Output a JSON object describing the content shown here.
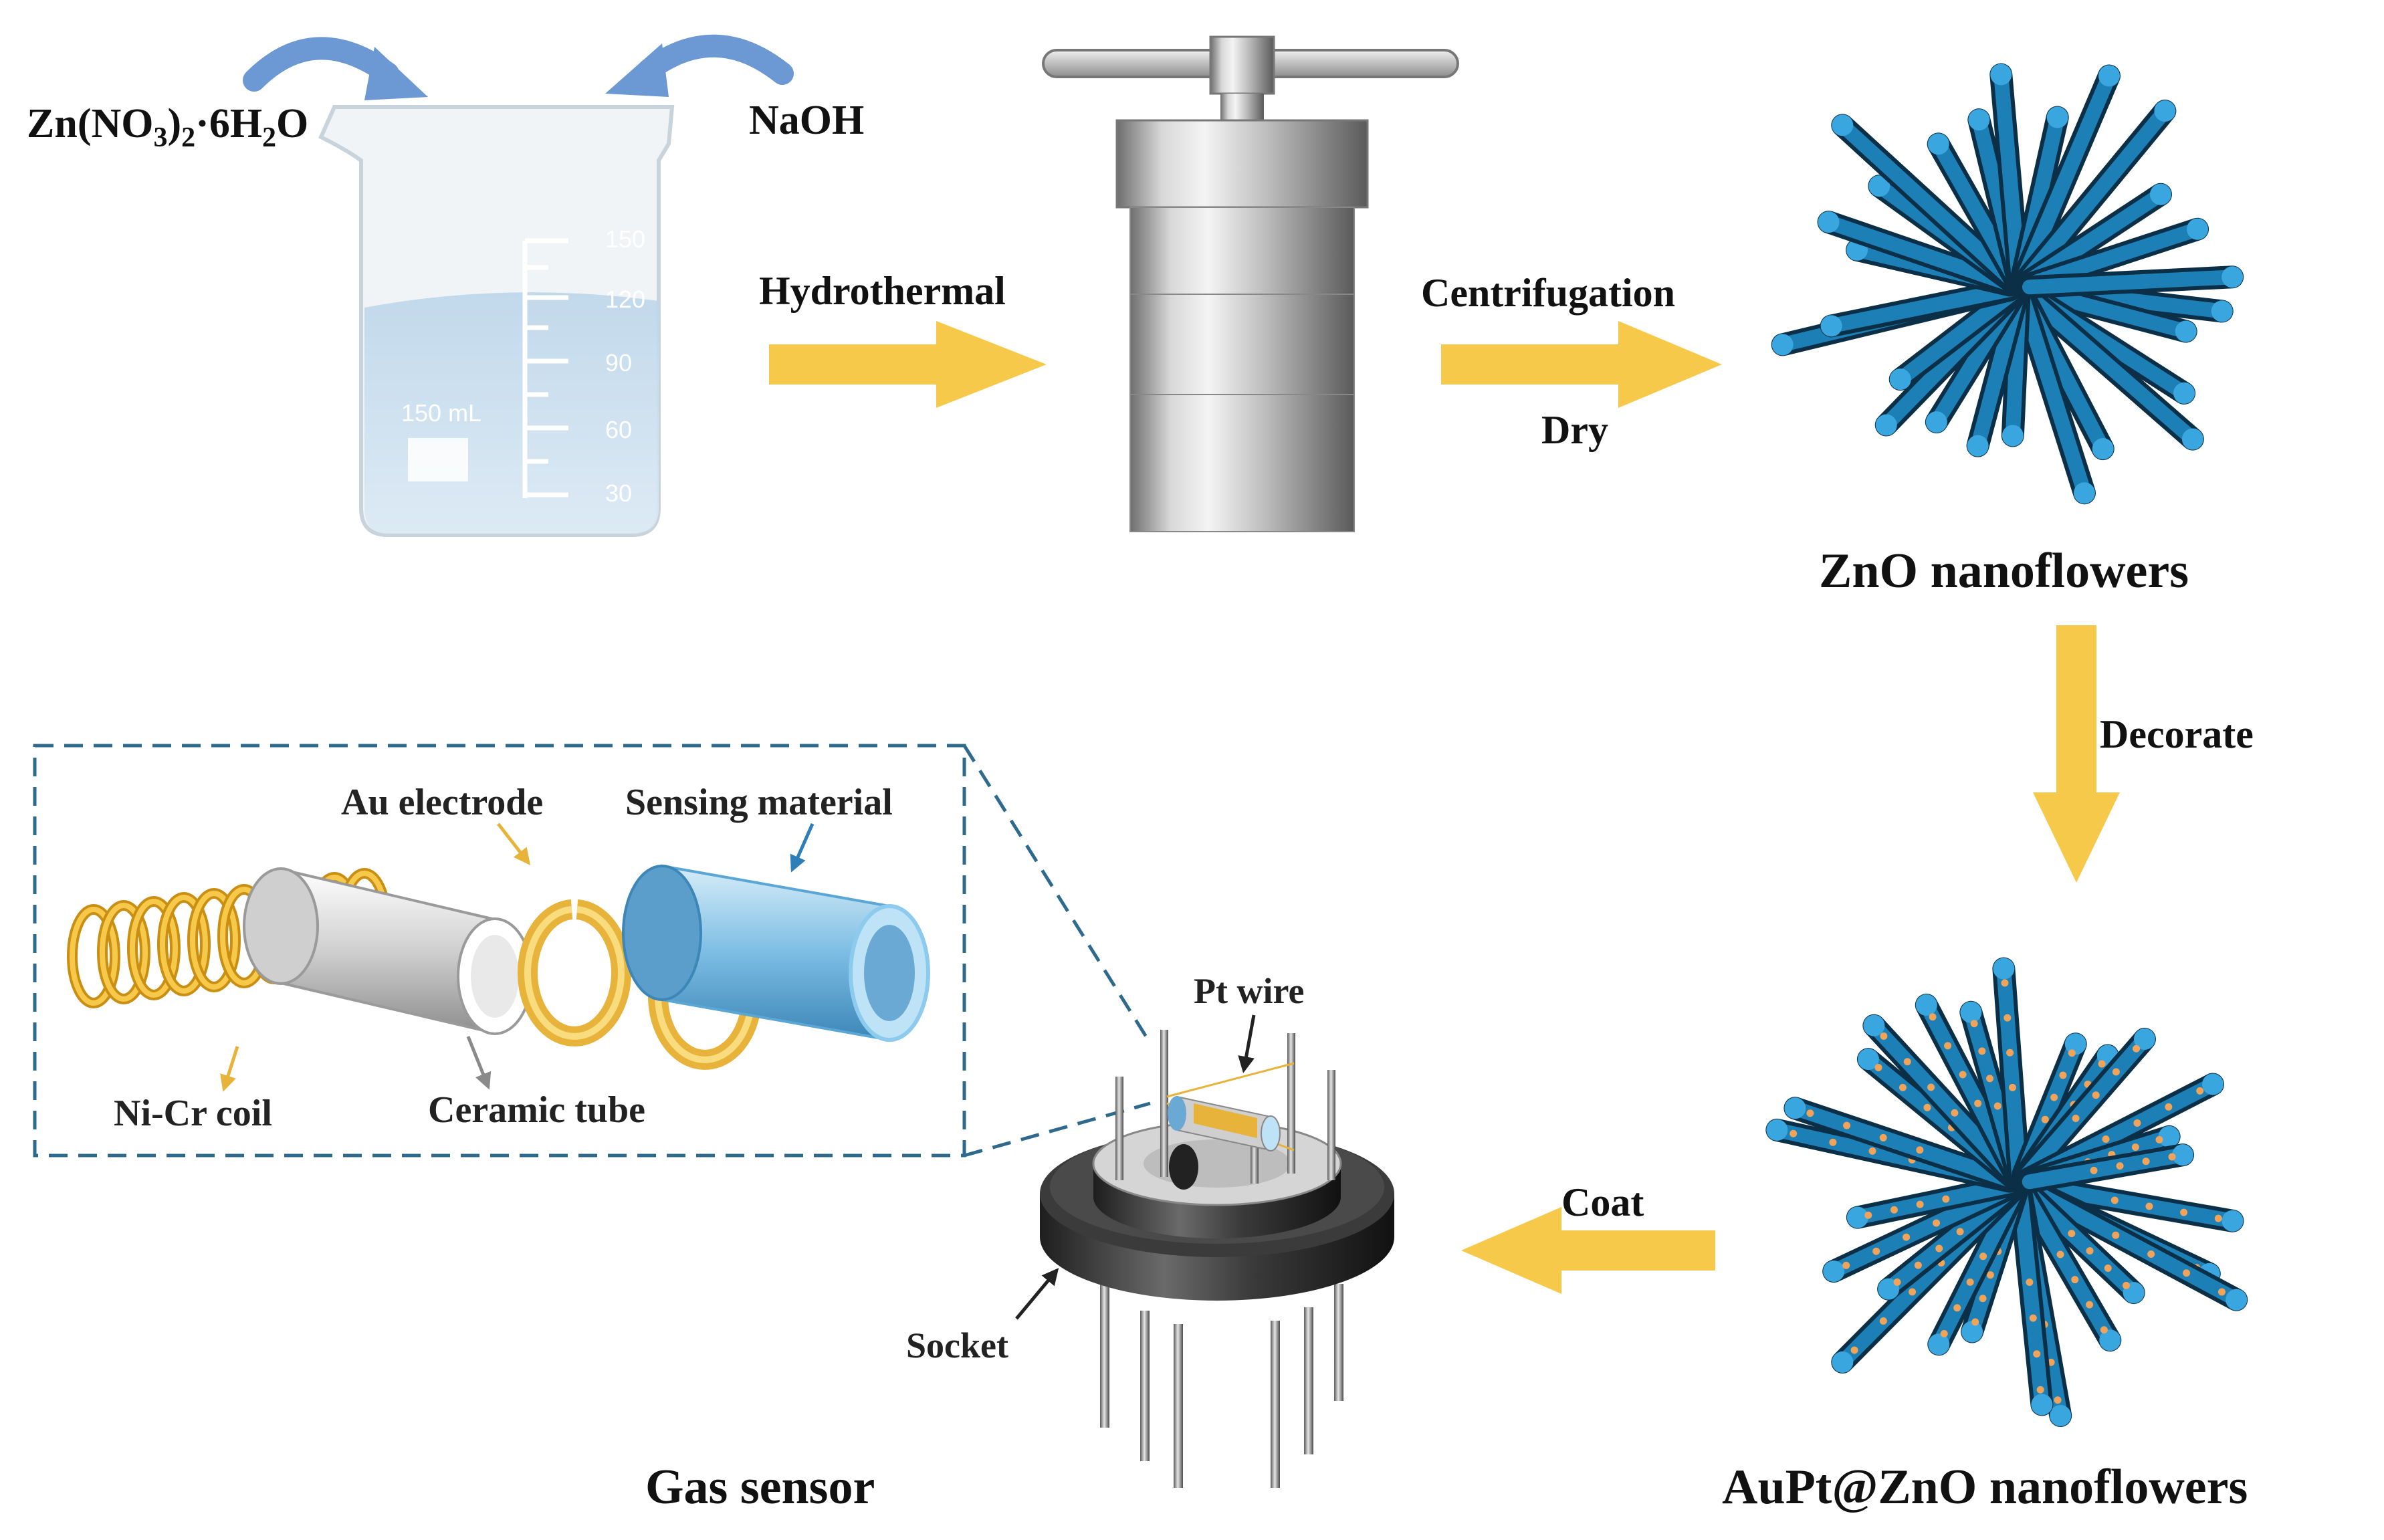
{
  "reagents": {
    "zn_nitrate": "Zn(NO3)2·6H2O",
    "naoh": "NaOH"
  },
  "beaker": {
    "volume_label": "150 mL",
    "scale_marks": [
      "150",
      "120",
      "90",
      "60",
      "30"
    ]
  },
  "steps": {
    "hydrothermal": "Hydrothermal",
    "centrifugation": "Centrifugation",
    "dry": "Dry",
    "decorate": "Decorate",
    "coat": "Coat"
  },
  "products": {
    "zno": "ZnO nanoflowers",
    "aupt_zno": "AuPt@ZnO nanoflowers",
    "gas_sensor": "Gas sensor"
  },
  "inset_labels": {
    "au_electrode": "Au electrode",
    "sensing_material": "Sensing material",
    "nicr_coil": "Ni-Cr coil",
    "ceramic_tube": "Ceramic tube"
  },
  "sensor_labels": {
    "pt_wire": "Pt wire",
    "socket": "Socket"
  },
  "colors": {
    "arrow": "#F7C94B",
    "rod": "#1C7FB5",
    "gold": "#E8B33A",
    "inset_border": "#2E6A8E",
    "blue_arrow": "#6C98D3"
  }
}
